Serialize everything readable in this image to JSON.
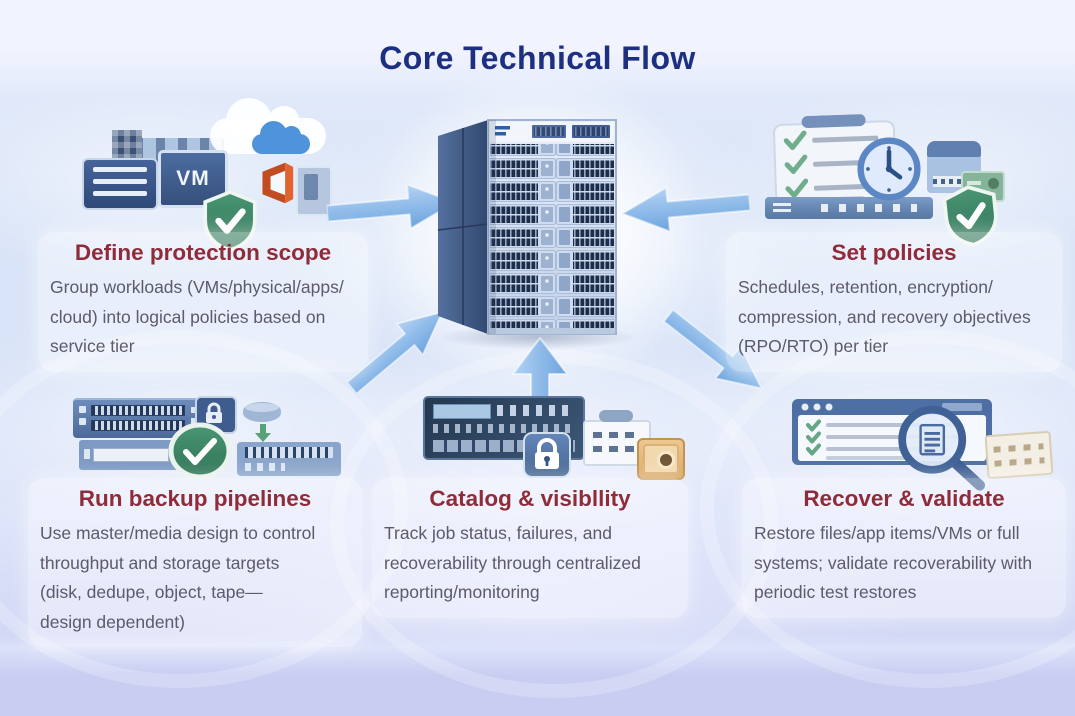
{
  "title": "Core Technical Flow",
  "colors": {
    "title": "#1d2f80",
    "heading": "#8f2c3a",
    "body_text": "#5c5a6b",
    "arrow_blue": "#7fb0e6",
    "shield_green": "#3d8a68",
    "office_orange": "#d95f2d",
    "cloud_blue": "#4f93da",
    "safe_tan": "#dca860"
  },
  "center_node": {
    "label": "central backup server rack",
    "icon": "server-rack-icon"
  },
  "sections": [
    {
      "id": "define-protection-scope",
      "heading": "Define protection scope",
      "body": "Group workloads (VMs/physical/apps/\ncloud) into logical policies based on\nservice tier",
      "vm_label": "VM",
      "icons": [
        "server-list-icon",
        "vm-icon",
        "office-icon",
        "cloud-icon",
        "shield-check-icon"
      ]
    },
    {
      "id": "set-policies",
      "heading": "Set policies",
      "body": "Schedules, retention, encryption/\ncompression, and recovery objectives\n(RPO/RTO) per tier",
      "icons": [
        "checklist-icon",
        "clock-icon",
        "storage-canister-icon",
        "policy-card-icon",
        "shield-check-icon"
      ]
    },
    {
      "id": "run-backup-pipelines",
      "heading": "Run backup pipelines",
      "body": "Use master/media design to control\nthroughput and storage targets\n(disk, dedupe, object, tape—\ndesign dependent)",
      "icons": [
        "rack-server-icon",
        "lock-badge-icon",
        "disk-icon",
        "transfer-arrow-icon",
        "storage-target-icon",
        "check-circle-icon"
      ]
    },
    {
      "id": "catalog-visibility",
      "heading": "Catalog & visibllity",
      "body": "Track job status, failures, and\nrecoverability through centralized\nreporting/monitoring",
      "icons": [
        "media-server-icon",
        "padlock-icon",
        "storage-box-icon",
        "safe-icon"
      ]
    },
    {
      "id": "recover-validate",
      "heading": "Recover & validate",
      "body": "Restore files/app items/VMs or full\nsystems; validate recoverability with\nperiodic test restores",
      "icons": [
        "report-window-icon",
        "magnifier-document-icon",
        "tape-library-icon"
      ]
    }
  ]
}
